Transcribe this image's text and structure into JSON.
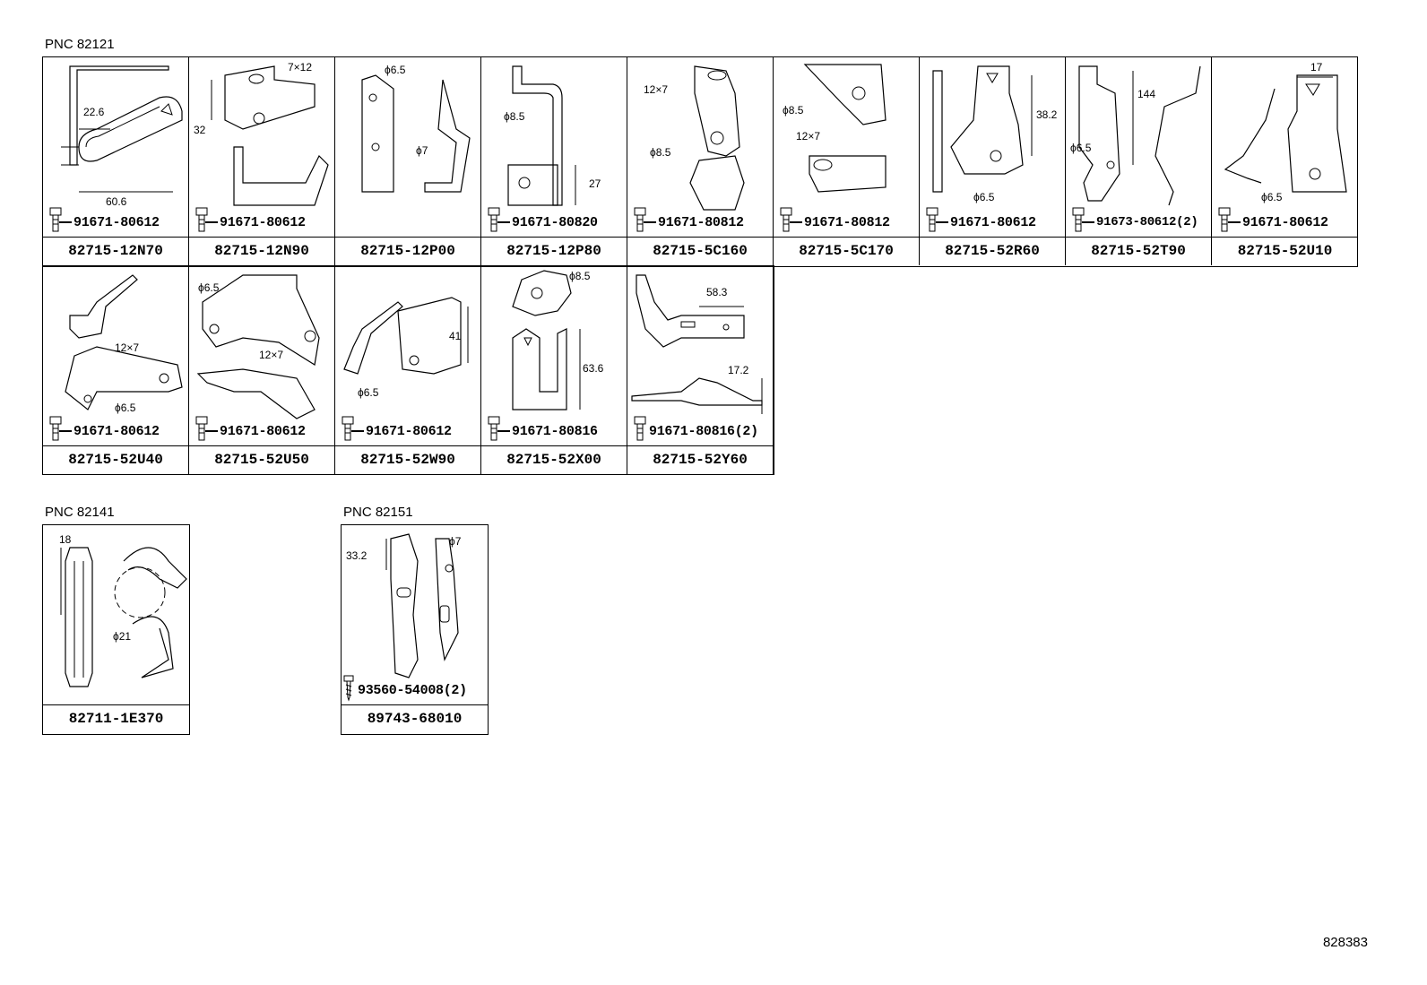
{
  "groups": [
    {
      "pnc": "PNC 82121",
      "rows": [
        [
          {
            "part": "82715-12N70",
            "bolt": "91671-80612",
            "dims": [
              "22.6",
              "60.6"
            ]
          },
          {
            "part": "82715-12N90",
            "bolt": "91671-80612",
            "dims": [
              "7×12",
              "32"
            ]
          },
          {
            "part": "82715-12P00",
            "bolt": "",
            "dims": [
              "ϕ6.5",
              "ϕ7"
            ]
          },
          {
            "part": "82715-12P80",
            "bolt": "91671-80820",
            "dims": [
              "ϕ8.5",
              "27"
            ]
          },
          {
            "part": "82715-5C160",
            "bolt": "91671-80812",
            "dims": [
              "12×7",
              "ϕ8.5"
            ]
          },
          {
            "part": "82715-5C170",
            "bolt": "91671-80812",
            "dims": [
              "ϕ8.5",
              "12×7"
            ]
          },
          {
            "part": "82715-52R60",
            "bolt": "91671-80612",
            "dims": [
              "38.2",
              "ϕ6.5"
            ]
          },
          {
            "part": "82715-52T90",
            "bolt": "91673-80612(2)",
            "dims": [
              "144",
              "ϕ6.5"
            ]
          },
          {
            "part": "82715-52U10",
            "bolt": "91671-80612",
            "dims": [
              "17",
              "ϕ6.5"
            ]
          }
        ],
        [
          {
            "part": "82715-52U40",
            "bolt": "91671-80612",
            "dims": [
              "12×7",
              "ϕ6.5"
            ]
          },
          {
            "part": "82715-52U50",
            "bolt": "91671-80612",
            "dims": [
              "ϕ6.5",
              "12×7"
            ]
          },
          {
            "part": "82715-52W90",
            "bolt": "91671-80612",
            "dims": [
              "41",
              "ϕ6.5"
            ]
          },
          {
            "part": "82715-52X00",
            "bolt": "91671-80816",
            "dims": [
              "ϕ8.5",
              "63.6"
            ]
          },
          {
            "part": "82715-52Y60",
            "bolt": "91671-80816(2)",
            "dims": [
              "58.3",
              "17.2"
            ]
          }
        ]
      ]
    },
    {
      "pnc": "PNC 82141",
      "rows": [
        [
          {
            "part": "82711-1E370",
            "bolt": "",
            "dims": [
              "18",
              "ϕ21"
            ]
          }
        ]
      ]
    },
    {
      "pnc": "PNC 82151",
      "rows": [
        [
          {
            "part": "89743-68010",
            "bolt": "93560-54008(2)",
            "dims": [
              "33.2",
              "ϕ7"
            ]
          }
        ]
      ]
    }
  ],
  "ref_number": "828383"
}
